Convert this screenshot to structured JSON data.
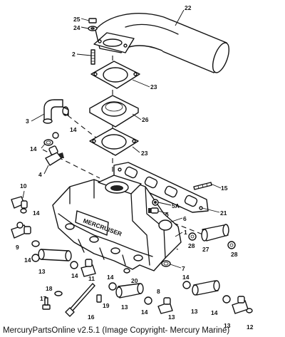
{
  "caption": "MercuryPartsOnline v2.5.1 (Image Copyright- Mercury Marine)",
  "labels": {
    "l1": "1",
    "l2": "2",
    "l3": "3",
    "l4": "4",
    "l5": "5",
    "l5a": "5A",
    "l6": "6",
    "l7": "7",
    "l8": "8",
    "l9": "9",
    "l10": "10",
    "l11": "11",
    "l12": "12",
    "l13a": "13",
    "l13b": "13",
    "l13c": "13",
    "l13d": "13",
    "l13e": "13",
    "l14a": "14",
    "l14b": "14",
    "l14c": "14",
    "l14d": "14",
    "l14e": "14",
    "l14f": "14",
    "l14g": "14",
    "l14h": "14",
    "l14i": "14",
    "l15": "15",
    "l16": "16",
    "l17": "17",
    "l18": "18",
    "l19": "19",
    "l20": "20",
    "l21": "21",
    "l22": "22",
    "l23a": "23",
    "l23b": "23",
    "l24": "24",
    "l25": "25",
    "l26": "26",
    "l27": "27",
    "l28a": "28",
    "l28b": "28"
  },
  "logo_text": "MERCRUISER"
}
